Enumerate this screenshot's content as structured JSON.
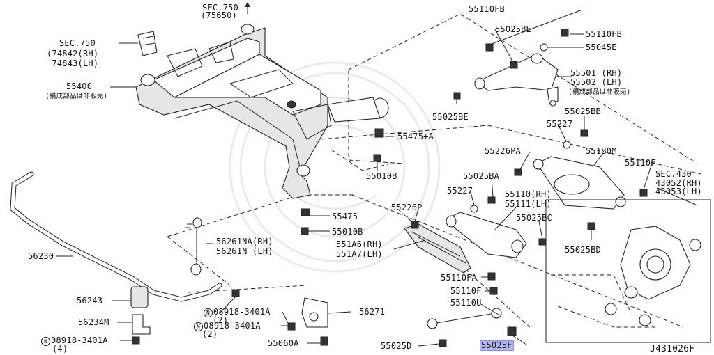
{
  "labels": {
    "sec750_top_1": "SEC.750",
    "sec750_top_2": "(75650)",
    "sec750_left_1": "SEC.750",
    "sec750_left_2": "(74842(RH)",
    "sec750_left_3": " 74843(LH)",
    "p55400": "55400",
    "p55400_note": "(構成部品は非販売)",
    "p55110fb_a": "55110FB",
    "p55025be_a": "55025BE",
    "p55110fb_b": "55110FB",
    "p55045e": "55045E",
    "p55501": "55501 (RH)",
    "p55502": "55502 (LH)",
    "p55501_note": "(構成部品は非販売)",
    "p55025be_b": "55025BE",
    "p55025bb": "55025BB",
    "p55227_a": "55227",
    "p55475a": "55475+A",
    "p55010b_a": "55010B",
    "p55226pa": "55226PA",
    "p551b0m": "551B0M",
    "p55110f_a": "55110F",
    "sec430_1": "SEC.430",
    "sec430_2": "43052(RH)",
    "sec430_3": "43053(LH)",
    "p55025ba": "55025BA",
    "p55227_b": "55227",
    "p55110rh": "55110(RH)",
    "p55111lh": "55111(LH)",
    "p55226p": "55226P",
    "p55475": "55475",
    "p55010b_b": "55010B",
    "p55025bc": "55025BC",
    "p55025bd": "55025BD",
    "p56261na": "56261NA(RH)",
    "p56261n": "56261N (LH)",
    "p551a6": "551A6(RH)",
    "p551a7": "551A7(LH)",
    "p56230": "56230",
    "p55110fa": "55110FA",
    "p55110f_b": "55110F",
    "p55110u": "55110U",
    "p56243": "56243",
    "n08918_a": "08918-3401A",
    "n08918_a_qty": "(2)",
    "p56271": "56271",
    "p56234m": "56234M",
    "n08918_b": "08918-3401A",
    "n08918_b_qty": "(2)",
    "n08918_c": "08918-3401A",
    "n08918_c_qty": "(4)",
    "p55060a": "55060A",
    "p55025d": "55025D",
    "p55025f": "55025F",
    "circle_n": "N",
    "diagram_id": "J431026F"
  },
  "colors": {
    "highlight": "#b4b6f2",
    "line": "#222222"
  }
}
